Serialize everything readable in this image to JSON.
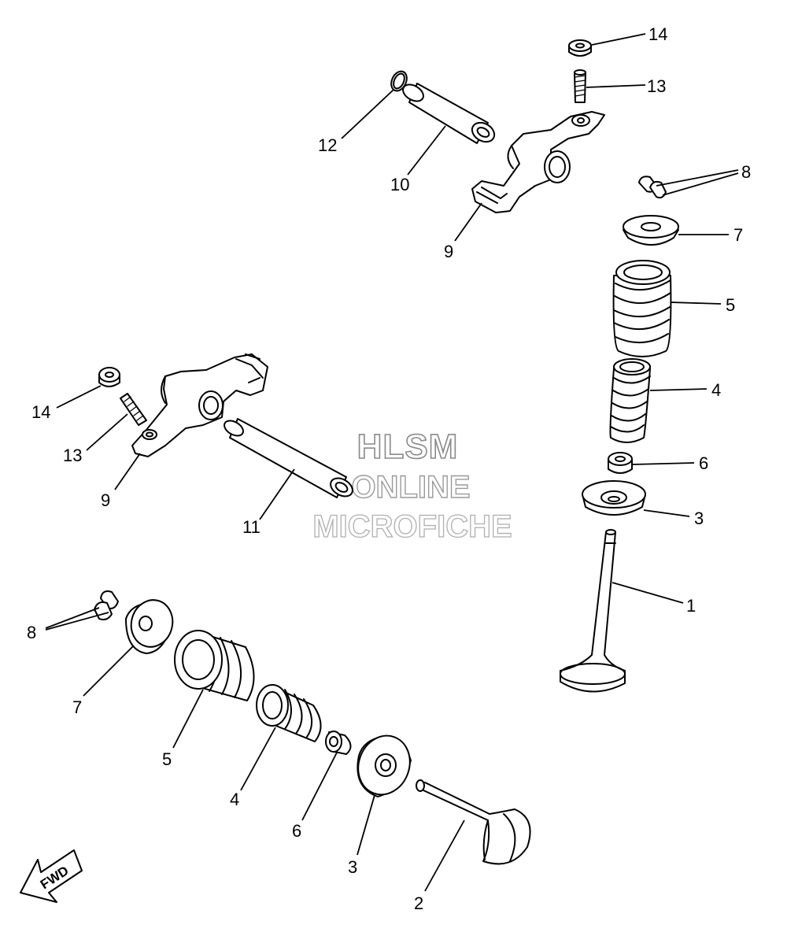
{
  "watermark": {
    "line1": "HLSM",
    "line2": "ONLINE",
    "line3": "MICROFICHE"
  },
  "fwd_label": "FWD",
  "callouts": [
    {
      "id": "c14a",
      "label": "14"
    },
    {
      "id": "c13a",
      "label": "13"
    },
    {
      "id": "c12",
      "label": "12"
    },
    {
      "id": "c10",
      "label": "10"
    },
    {
      "id": "c8a",
      "label": "8"
    },
    {
      "id": "c9a",
      "label": "9"
    },
    {
      "id": "c7a",
      "label": "7"
    },
    {
      "id": "c5a",
      "label": "5"
    },
    {
      "id": "c4a",
      "label": "4"
    },
    {
      "id": "c14b",
      "label": "14"
    },
    {
      "id": "c13b",
      "label": "13"
    },
    {
      "id": "c6a",
      "label": "6"
    },
    {
      "id": "c9b",
      "label": "9"
    },
    {
      "id": "c3a",
      "label": "3"
    },
    {
      "id": "c11",
      "label": "11"
    },
    {
      "id": "c1",
      "label": "1"
    },
    {
      "id": "c8b",
      "label": "8"
    },
    {
      "id": "c7b",
      "label": "7"
    },
    {
      "id": "c5b",
      "label": "5"
    },
    {
      "id": "c4b",
      "label": "4"
    },
    {
      "id": "c6b",
      "label": "6"
    },
    {
      "id": "c3b",
      "label": "3"
    },
    {
      "id": "c2",
      "label": "2"
    }
  ]
}
